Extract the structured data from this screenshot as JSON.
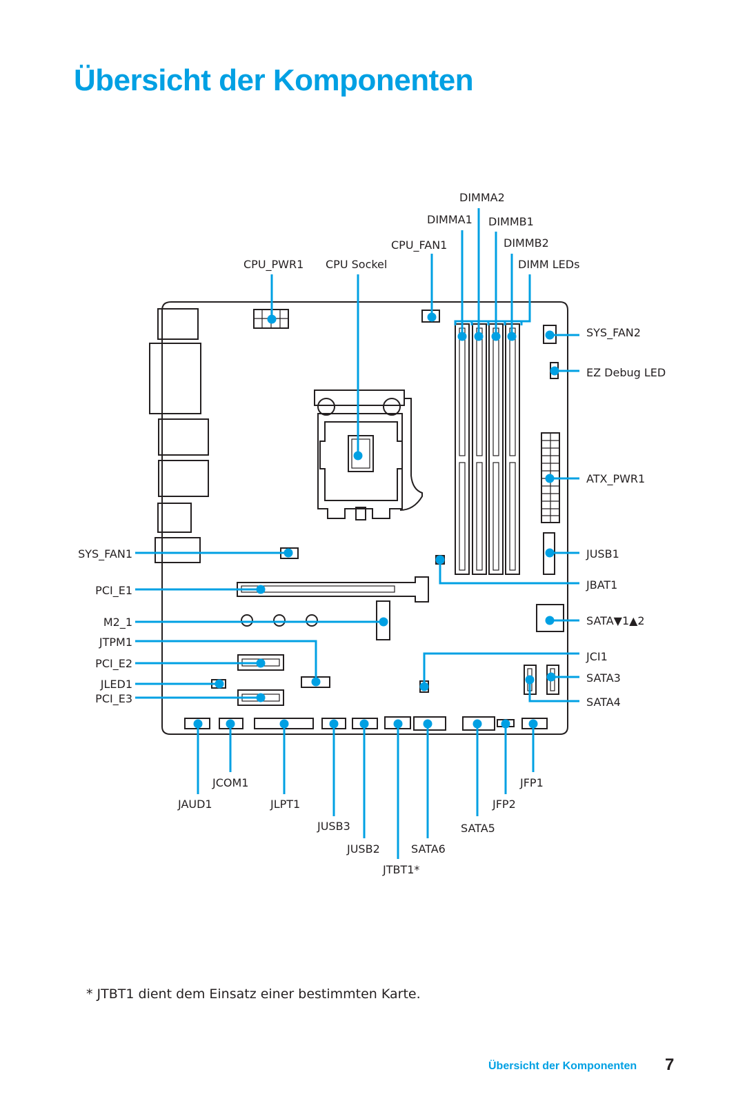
{
  "page": {
    "title": "Übersicht der Komponenten",
    "footnote": "* JTBT1 dient dem Einsatz einer bestimmten Karte.",
    "footer_title": "Übersicht der Komponenten",
    "page_number": "7",
    "accent_color": "#00a0e3"
  },
  "diagram": {
    "labels": {
      "dimma2": "DIMMA2",
      "dimma1": "DIMMA1",
      "dimmb1": "DIMMB1",
      "cpu_fan1": "CPU_FAN1",
      "dimmb2": "DIMMB2",
      "cpu_pwr1": "CPU_PWR1",
      "cpu_sockel": "CPU Sockel",
      "dimm_leds": "DIMM LEDs",
      "sys_fan2": "SYS_FAN2",
      "ez_debug_led": "EZ Debug LED",
      "atx_pwr1": "ATX_PWR1",
      "jusb1": "JUSB1",
      "jbat1": "JBAT1",
      "sata12": "SATA▼1▲2",
      "jci1": "JCI1",
      "sata3": "SATA3",
      "sata4": "SATA4",
      "sys_fan1": "SYS_FAN1",
      "pci_e1": "PCI_E1",
      "m2_1": "M2_1",
      "jtpm1": "JTPM1",
      "pci_e2": "PCI_E2",
      "jled1": "JLED1",
      "pci_e3": "PCI_E3",
      "jcom1": "JCOM1",
      "jfp1": "JFP1",
      "jaud1": "JAUD1",
      "jlpt1": "JLPT1",
      "jfp2": "JFP2",
      "jusb3": "JUSB3",
      "sata5": "SATA5",
      "jusb2": "JUSB2",
      "sata6": "SATA6",
      "jtbt1": "JTBT1*"
    }
  }
}
